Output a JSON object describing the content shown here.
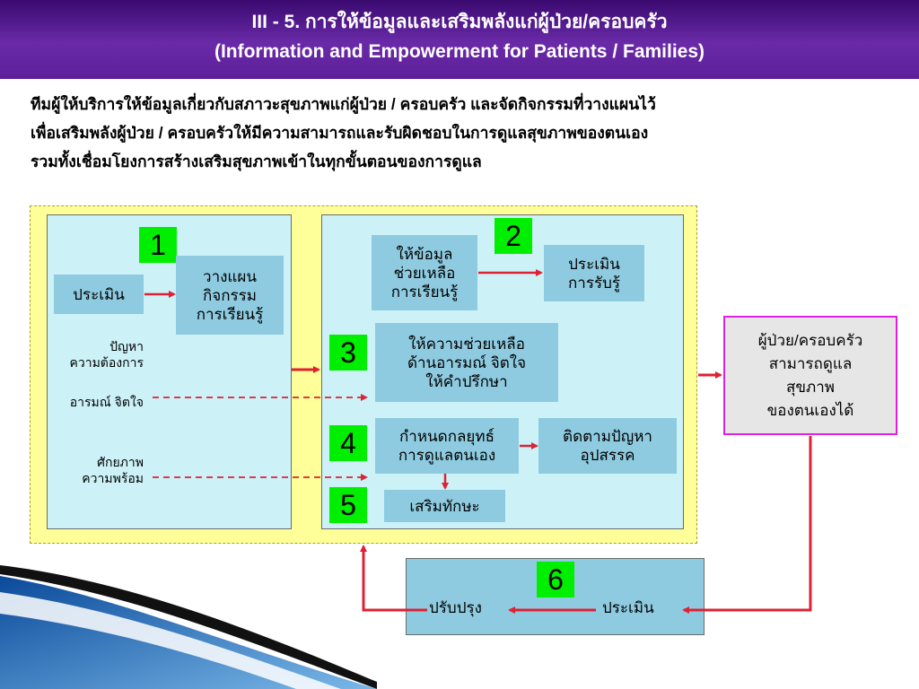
{
  "header": {
    "title_th": "III - 5. การให้ข้อมูลและเสริมพลังแก่ผู้ป่วย/ครอบครัว",
    "title_en": "(Information and Empowerment for Patients / Families)"
  },
  "intro": {
    "line1": "ทีมผู้ให้บริการให้ข้อมูลเกี่ยวกับสภาวะสุขภาพแก่ผู้ป่วย / ครอบครัว และจัดกิจกรรมที่วางแผนไว้",
    "line2": "เพื่อเสริมพลังผู้ป่วย / ครอบครัวให้มีความสามารถและรับผิดชอบในการดูแลสุขภาพของตนเอง",
    "line3": "รวมทั้งเชื่อมโยงการสร้างเสริมสุขภาพเข้าในทุกขั้นตอนของการดูแล"
  },
  "step1": {
    "number": "1",
    "assess": "ประเมิน",
    "plan_lines": [
      "วางแผน",
      "กิจกรรม",
      "การเรียนรู้"
    ],
    "labels": {
      "problem": [
        "ปัญหา",
        "ความต้องการ"
      ],
      "emotion": "อารมณ์ จิตใจ",
      "potential": [
        "ศักยภาพ",
        "ความพร้อม"
      ]
    }
  },
  "step2": {
    "number": "2",
    "info_lines": [
      "ให้ข้อมูล",
      "ช่วยเหลือ",
      "การเรียนรู้"
    ],
    "assess_lines": [
      "ประเมิน",
      "การรับรู้"
    ]
  },
  "step3": {
    "number": "3",
    "lines": [
      "ให้ความช่วยเหลือ",
      "ด้านอารมณ์ จิตใจ",
      "ให้คำปรึกษา"
    ]
  },
  "step4": {
    "number": "4",
    "strategy_lines": [
      "กำหนดกลยุทธ์",
      "การดูแลตนเอง"
    ],
    "followup_lines": [
      "ติดตามปัญหา",
      "อุปสรรค"
    ]
  },
  "step5": {
    "number": "5",
    "label": "เสริมทักษะ"
  },
  "outcome": {
    "lines": [
      "ผู้ป่วย/ครอบครัว",
      "สามารถดูแล",
      "สุขภาพ",
      "ของตนเองได้"
    ]
  },
  "step6": {
    "number": "6",
    "improve": "ปรับปรุง",
    "assess": "ประเมิน"
  },
  "colors": {
    "header": "#5d1f9a",
    "panel_bg": "#ccf2f8",
    "box": "#8fcbe0",
    "number_badge": "#00ee00",
    "frame": "#ffff99",
    "arrow": "#dd2233",
    "outcome_border": "#e020e0"
  }
}
